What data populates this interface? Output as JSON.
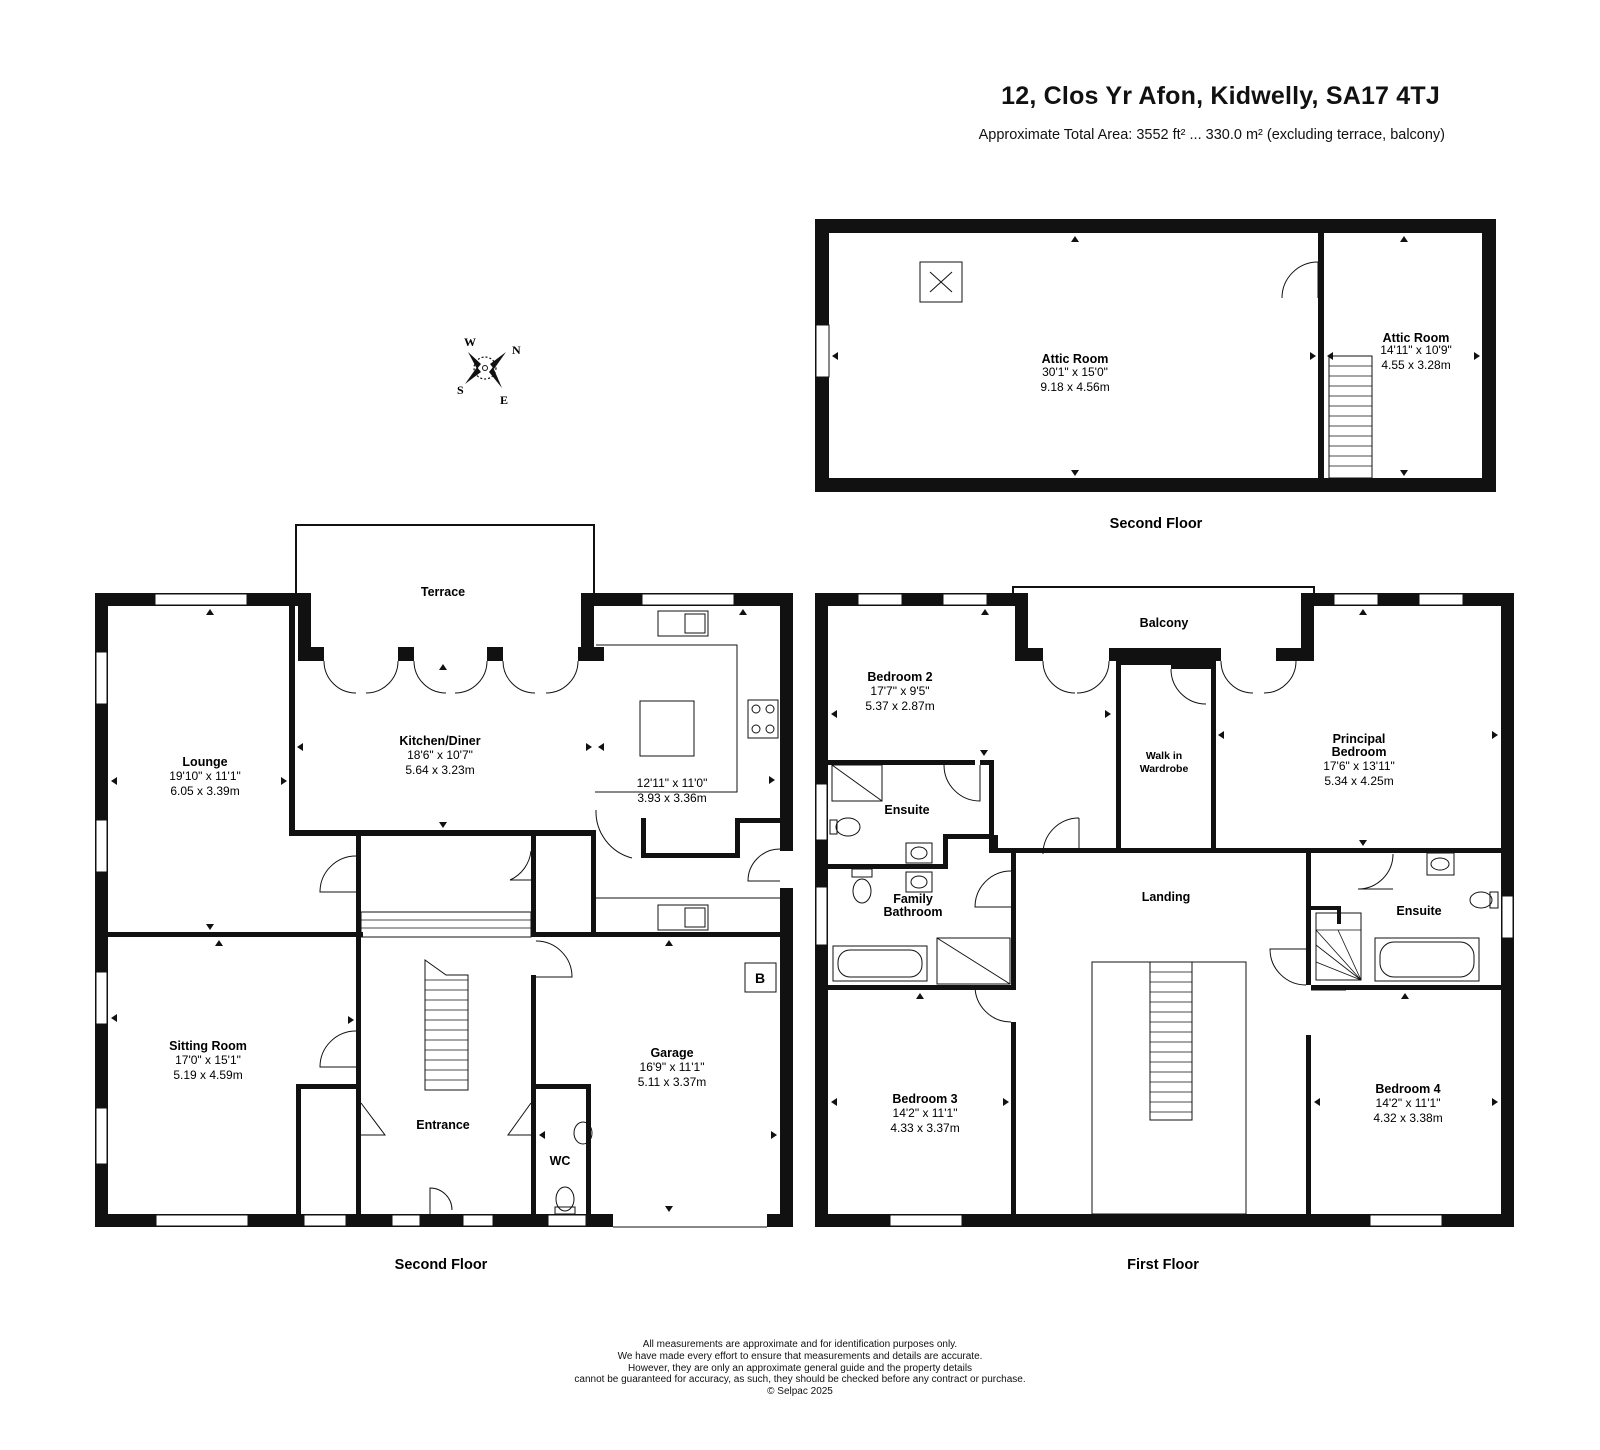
{
  "header": {
    "title": "12, Clos Yr Afon, Kidwelly, SA17 4TJ",
    "subtitle": "Approximate Total Area: 3552 ft² ... 330.0 m² (excluding terrace, balcony)"
  },
  "compass": {
    "n": "N",
    "s": "S",
    "e": "E",
    "w": "W"
  },
  "floors": {
    "ground_caption": "Second Floor",
    "first_caption": "First Floor",
    "attic_caption": "Second Floor"
  },
  "rooms": {
    "terrace": {
      "name": "Terrace"
    },
    "kitchen": {
      "name": "Kitchen/Diner",
      "imp": "18'6\" x 10'7\"",
      "met": "5.64 x 3.23m"
    },
    "kitchen_b": {
      "imp": "12'11\" x 11'0\"",
      "met": "3.93 x 3.36m"
    },
    "lounge": {
      "name": "Lounge",
      "imp": "19'10\" x 11'1\"",
      "met": "6.05 x 3.39m"
    },
    "sitting": {
      "name": "Sitting Room",
      "imp": "17'0\" x 15'1\"",
      "met": "5.19 x 4.59m"
    },
    "entrance": {
      "name": "Entrance"
    },
    "garage": {
      "name": "Garage",
      "imp": "16'9\" x 11'1\"",
      "met": "5.11 x 3.37m"
    },
    "wc": {
      "name": "WC"
    },
    "boiler": {
      "name": "B"
    },
    "bed2": {
      "name": "Bedroom 2",
      "imp": "17'7\" x 9'5\"",
      "met": "5.37 x 2.87m"
    },
    "ensuite1": {
      "name": "Ensuite"
    },
    "family_bath": {
      "line1": "Family",
      "line2": "Bathroom"
    },
    "balcony": {
      "name": "Balcony"
    },
    "walkin": {
      "line1": "Walk in",
      "line2": "Wardrobe"
    },
    "principal": {
      "line1": "Principal",
      "line2": "Bedroom",
      "imp": "17'6\" x 13'11\"",
      "met": "5.34 x 4.25m"
    },
    "landing": {
      "name": "Landing"
    },
    "ensuite2": {
      "name": "Ensuite"
    },
    "bed3": {
      "name": "Bedroom 3",
      "imp": "14'2\" x 11'1\"",
      "met": "4.33 x 3.37m"
    },
    "bed4": {
      "name": "Bedroom 4",
      "imp": "14'2\" x 11'1\"",
      "met": "4.32 x 3.38m"
    },
    "attic1": {
      "name": "Attic Room",
      "imp": "30'1\" x 15'0\"",
      "met": "9.18 x 4.56m"
    },
    "attic2": {
      "name": "Attic Room",
      "imp": "14'11\" x 10'9\"",
      "met": "4.55 x 3.28m"
    }
  },
  "disclaimer": [
    "All measurements are approximate and for identification purposes only.",
    "We have made every effort to ensure that measurements and details are accurate.",
    "However, they are only an approximate general guide and the property details",
    "cannot be guaranteed for accuracy, as such, they should be checked before any contract or purchase.",
    "© Selpac 2025"
  ]
}
